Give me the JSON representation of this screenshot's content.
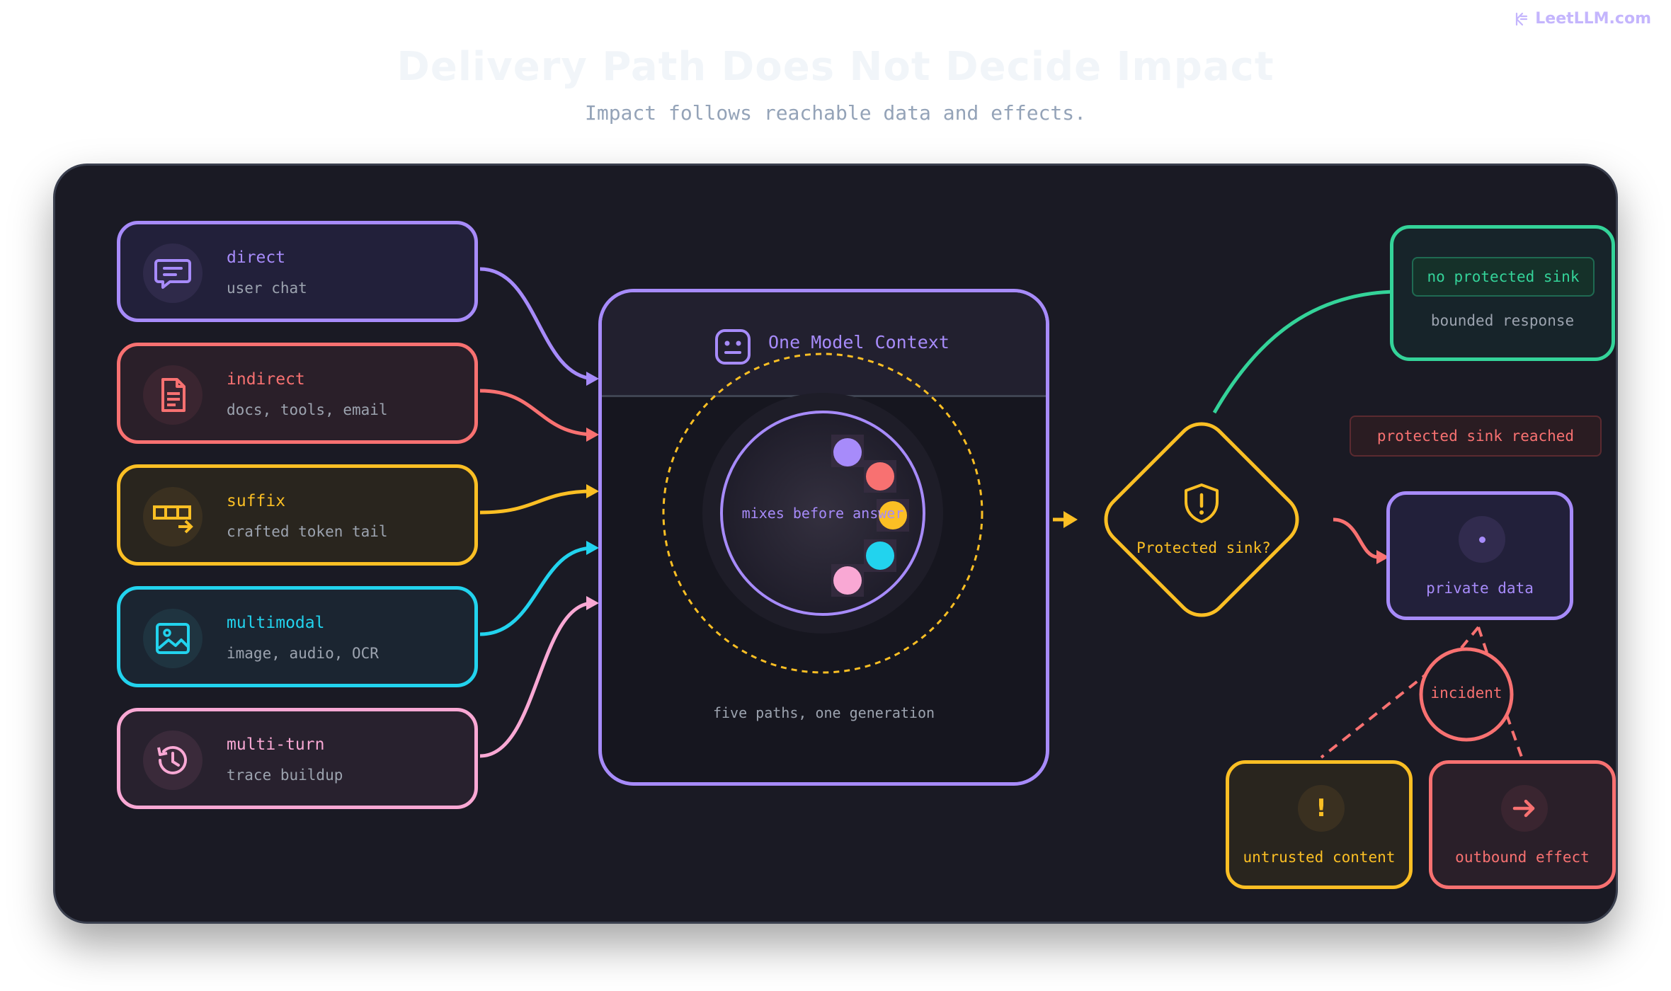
{
  "brand": "LeetLLM.com",
  "title": "Delivery Path Does Not Decide Impact",
  "subtitle": "Impact follows reachable data and effects.",
  "sources": [
    {
      "name": "direct",
      "desc": "user chat",
      "color": "#a78bfa",
      "icon": "chat-icon"
    },
    {
      "name": "indirect",
      "desc": "docs, tools, email",
      "color": "#f87171",
      "icon": "document-icon"
    },
    {
      "name": "suffix",
      "desc": "crafted token tail",
      "color": "#fbbf24",
      "icon": "token-tail-icon"
    },
    {
      "name": "multimodal",
      "desc": "image, audio, OCR",
      "color": "#22d3ee",
      "icon": "image-icon"
    },
    {
      "name": "multi-turn",
      "desc": "trace buildup",
      "color": "#f9a8d4",
      "icon": "history-icon"
    }
  ],
  "context": {
    "title": "One Model Context",
    "mix_label": "mixes before answer",
    "footer": "five paths, one generation"
  },
  "decision": {
    "label": "Protected sink?",
    "icon": "shield-alert-icon"
  },
  "safe": {
    "tag": "no protected sink",
    "label": "bounded response"
  },
  "unsafe": {
    "tag": "protected sink reached"
  },
  "private_data": {
    "label": "private data"
  },
  "incident": {
    "label": "incident"
  },
  "untrusted": {
    "label": "untrusted content",
    "icon": "exclamation-icon"
  },
  "outbound": {
    "label": "outbound effect",
    "icon": "arrow-right-icon"
  }
}
